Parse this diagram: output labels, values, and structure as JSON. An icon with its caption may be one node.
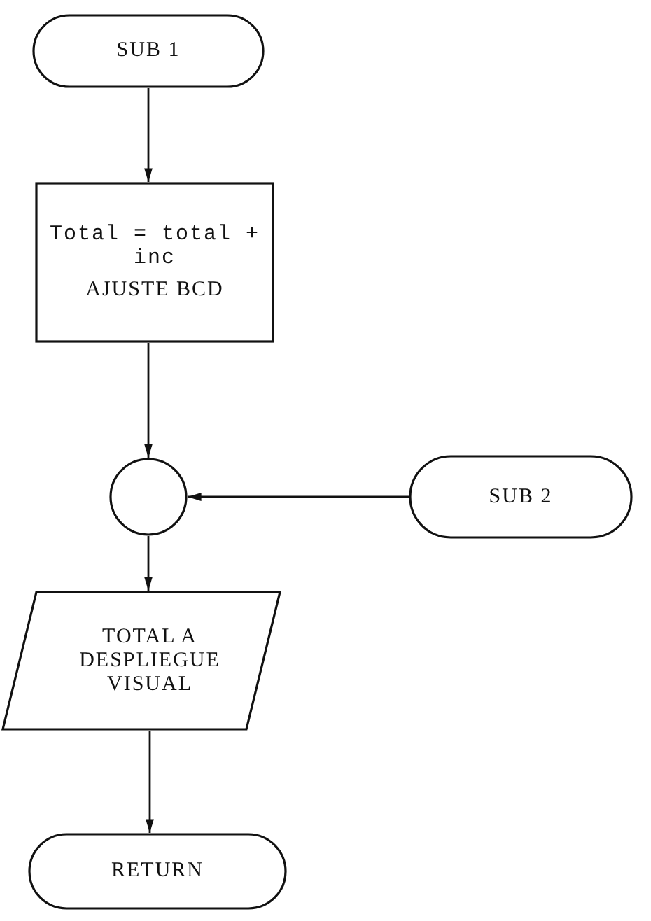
{
  "diagram": {
    "nodes": [
      {
        "text": [
          "SUB 1"
        ]
      },
      {
        "text": [
          "Total = total + inc",
          "AJUSTE BCD"
        ]
      },
      {
        "text": [],
        "shape": "circle"
      },
      {
        "text": [
          "SUB 2"
        ]
      },
      {
        "text": [
          "TOTAL A DESPLIEGUE VISUAL"
        ]
      },
      {
        "text": [
          "RETURN"
        ]
      }
    ],
    "edges": [
      {
        "from": 0,
        "to": 1,
        "arrow": "to"
      },
      {
        "from": 1,
        "to": 2,
        "arrow": "to"
      },
      {
        "from": 3,
        "to": 2,
        "arrow": "to"
      },
      {
        "from": 2,
        "to": 4,
        "arrow": "to"
      },
      {
        "from": 4,
        "to": 5,
        "arrow": "to"
      }
    ]
  }
}
